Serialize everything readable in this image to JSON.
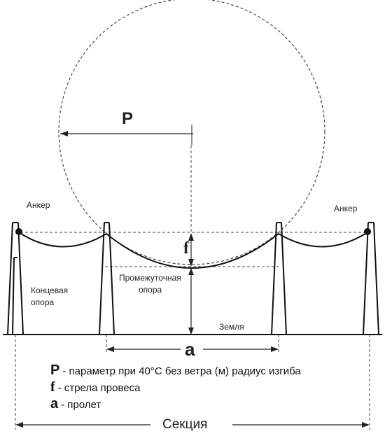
{
  "labels": {
    "P": "P",
    "f": "f",
    "a": "a",
    "anchor_left": "Анкер",
    "anchor_right": "Анкер",
    "end_support_line1": "Концевая",
    "end_support_line2": "опора",
    "intermediate_line1": "Промежуточная",
    "intermediate_line2": "опора",
    "ground": "Земля",
    "section": "Секция"
  },
  "legend": [
    {
      "symbol": "P",
      "text": "- параметр при 40°С без ветра (м) радиус изгиба"
    },
    {
      "symbol": "f",
      "text": "- стрела провеса"
    },
    {
      "symbol": "a",
      "text": "- пролет"
    }
  ]
}
